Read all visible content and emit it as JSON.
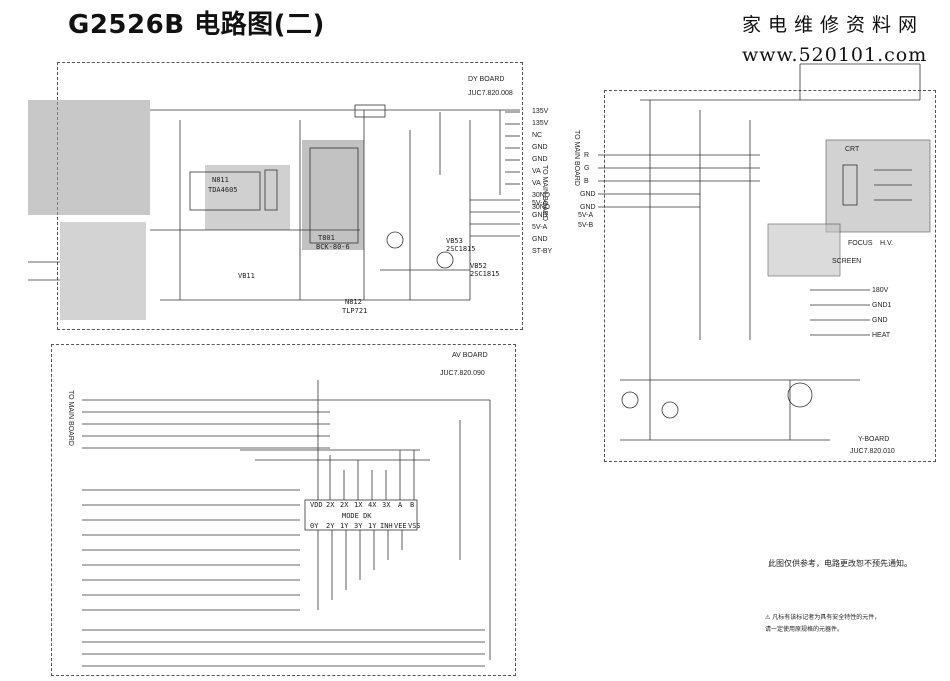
{
  "title": "G2526B 电路图(二)",
  "watermark": {
    "line1": "家电维修资料网",
    "line2": "www.520101.com"
  },
  "dy_board": {
    "name": "DY BOARD",
    "code": "JUC7.820.008",
    "connector_top_labels": [
      "135V",
      "135V",
      "NC",
      "GND",
      "GND",
      "VA",
      "VA",
      "30ND",
      "30ND"
    ],
    "connector_bottom_labels": [
      "5V-A",
      "GND",
      "5V-A",
      "GND",
      "ST-BY"
    ],
    "side_label": "TO MAIN BOARD",
    "parts": [
      "N811",
      "TDA4605",
      "T801",
      "BCK-80-6",
      "N812",
      "TLP721",
      "VB11",
      "VB52",
      "2SC1815",
      "VB53",
      "2SC1815"
    ]
  },
  "av_board": {
    "name": "AV BOARD",
    "code": "JUC7.820.090",
    "ic": "MODE DK",
    "ic_pins_top": [
      "VDD",
      "2X",
      "2X",
      "1X",
      "4X",
      "3X",
      "A",
      "B"
    ],
    "ic_pins_bottom": [
      "0Y",
      "2Y",
      "1Y",
      "3Y",
      "1Y",
      "INH",
      "VEE",
      "VSS"
    ],
    "side_label": "TO MAIN BOARD"
  },
  "y_board": {
    "name": "Y-BOARD",
    "code": "JUC7.820.010",
    "crt_label": "CRT",
    "crt_pins": [
      "FOCUS",
      "H.V.",
      "SCREEN"
    ],
    "out_labels": [
      "180V",
      "GND1",
      "GND",
      "HEAT"
    ],
    "in_labels": [
      "R",
      "G",
      "B",
      "GND",
      "GND",
      "5V-A",
      "5V-B"
    ],
    "side_label": "TO MAIN BOARD"
  },
  "notes": {
    "reference": "此图仅供参考，电路更改恕不预先通知。",
    "safety_1": "⚠ 凡标有该标记者为具有安全特性的元件，",
    "safety_2": "请一定使用原规格的元器件。"
  }
}
